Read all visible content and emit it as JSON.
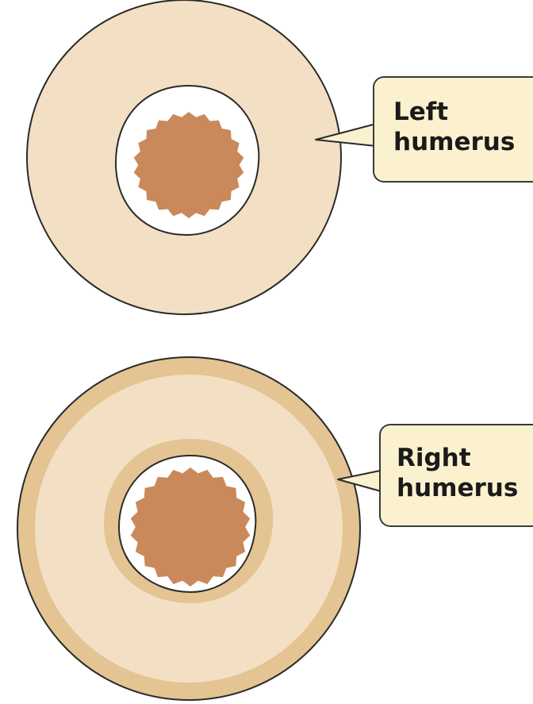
{
  "labels": {
    "left": {
      "line1": "Left",
      "line2": "humerus"
    },
    "right": {
      "line1": "Right",
      "line2": "humerus"
    }
  },
  "colors": {
    "bone_outer": "#f3dfc4",
    "bone_outer_ring": "#e3c492",
    "bone_inner_ring": "#e3c492",
    "cavity": "#ffffff",
    "marrow": "#c9895a",
    "outline": "#2a2a2a",
    "callout_fill": "#fcf1cf"
  },
  "icons": {
    "left_cross_section": "bone-cross-section-icon",
    "right_cross_section": "bone-cross-section-icon"
  }
}
